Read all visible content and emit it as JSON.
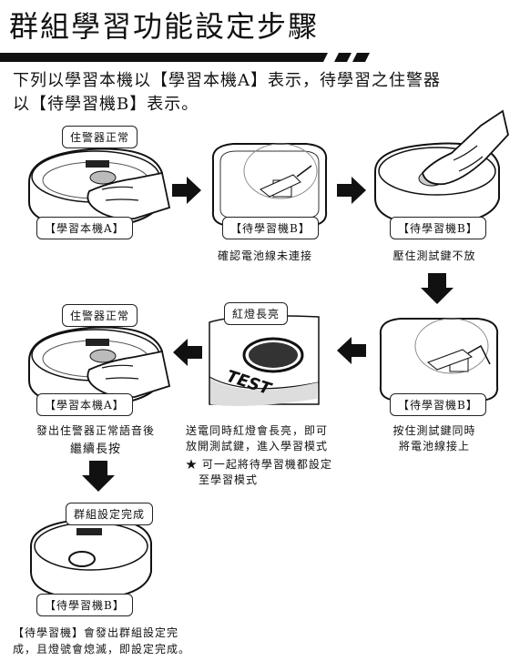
{
  "title": "群組學習功能設定步驟",
  "intro": {
    "line1": "下列以學習本機以【學習本機A】表示，待學習之住警器",
    "line2": "以【待學習機B】表示。"
  },
  "steps": {
    "s1": {
      "status": "住警器正常",
      "label": "【學習本機A】"
    },
    "s2": {
      "label": "【待學習機B】",
      "caption": "確認電池線未連接"
    },
    "s3": {
      "label": "【待學習機B】",
      "caption": "壓住測試鍵不放"
    },
    "s4": {
      "label": "【待學習機B】",
      "caption1": "按住測試鍵同時",
      "caption2": "將電池線接上"
    },
    "s5": {
      "status": "紅燈長亮",
      "button_text": "TEST",
      "caption1": "送電同時紅燈會長亮，即可",
      "caption2": "放開測試鍵，進入學習模式",
      "note1": "★ 可一起將待學習機都設定",
      "note2": "至學習模式"
    },
    "s6": {
      "status": "住警器正常",
      "label": "【學習本機A】",
      "caption1": "發出住警器正常語音後",
      "caption2": "繼續長按"
    },
    "s7": {
      "status": "群組設定完成",
      "label": "【待學習機B】"
    }
  },
  "footer": {
    "line1": "【待學習機】會發出群組設定完",
    "line2": "成，且燈號會熄滅，即設定完成。"
  }
}
